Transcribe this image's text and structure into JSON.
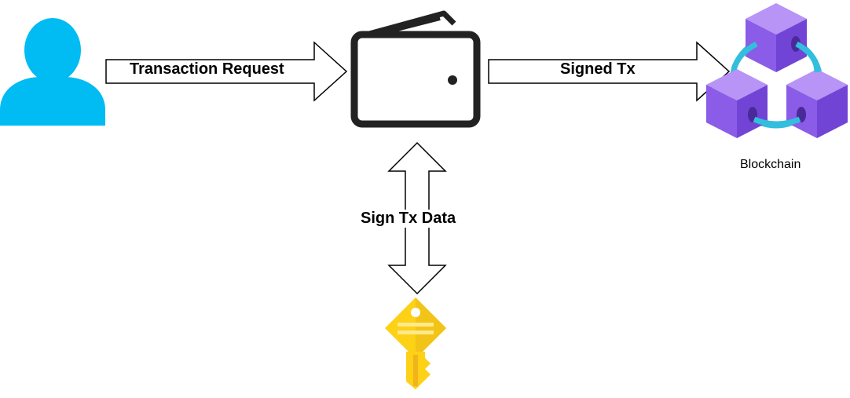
{
  "edges": {
    "transaction_request": "Transaction Request",
    "signed_tx": "Signed Tx",
    "sign_tx_data": "Sign Tx Data"
  },
  "nodes": {
    "user": {
      "icon": "user-icon"
    },
    "wallet": {
      "icon": "wallet-icon"
    },
    "private_key": {
      "icon": "key-icon"
    },
    "blockchain": {
      "icon": "blockchain-icon",
      "label": "Blockchain"
    }
  },
  "colors": {
    "user": "#00BCF2",
    "wallet_stroke": "#222222",
    "key": "#FCD116",
    "key_dark": "#F2B31B",
    "cube_light": "#A67AF4",
    "cube_mid": "#8A5CE8",
    "cube_dark": "#6A3FC9",
    "chain_ring": "#32BEDD"
  }
}
